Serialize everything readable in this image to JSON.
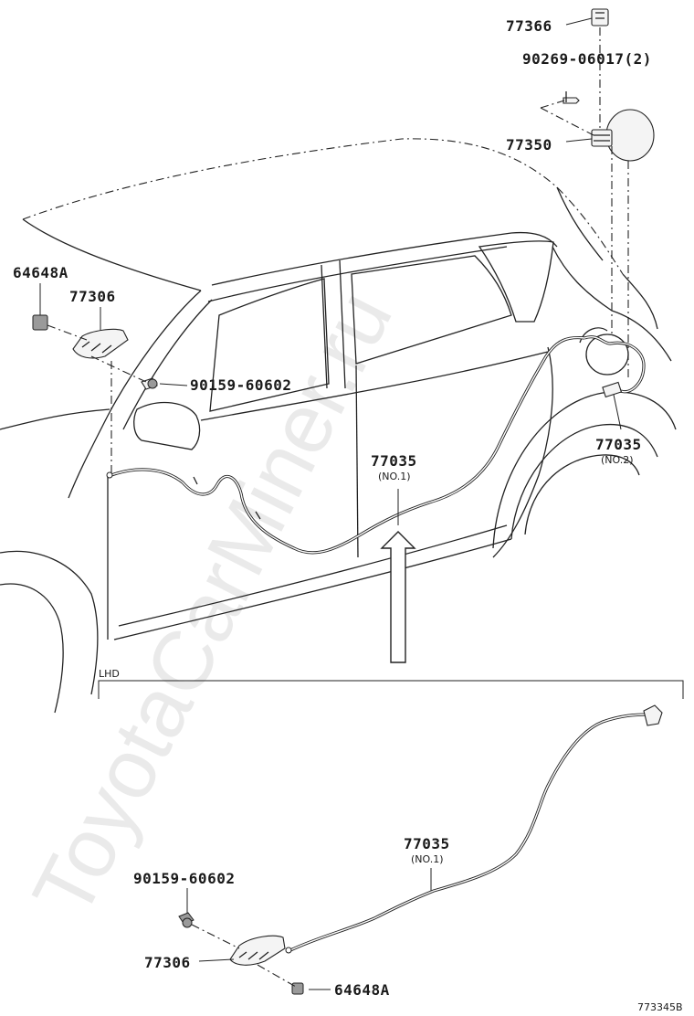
{
  "watermark": "ToyotaCarMiner.ru",
  "diagram_id": "773345B",
  "section_label": "LHD",
  "callouts": {
    "p77366": "77366",
    "p90269": "90269-06017(2)",
    "p77350": "77350",
    "p64648a_top": "64648A",
    "p77306_top": "77306",
    "p90159_top": "90159-60602",
    "p77035_no1_top": "77035",
    "p77035_no1_top_sub": "(NO.1)",
    "p77035_no2": "77035",
    "p77035_no2_sub": "(NO.2)",
    "p77035_no1_bottom": "77035",
    "p77035_no1_bottom_sub": "(NO.1)",
    "p90159_bottom": "90159-60602",
    "p77306_bottom": "77306",
    "p64648a_bottom": "64648A"
  }
}
